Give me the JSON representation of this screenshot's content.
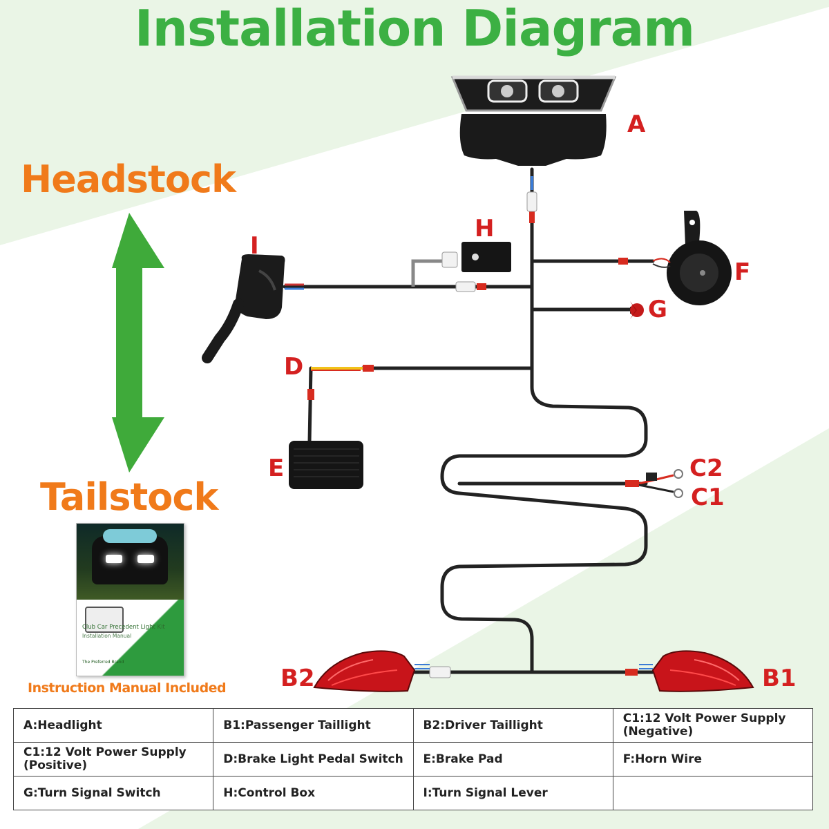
{
  "title": "Installation Diagram",
  "labels": {
    "headstock": "Headstock",
    "tailstock": "Tailstock",
    "manual_caption": "Instruction Manual Included",
    "manual_title": "Club Car Precedent Light Kit",
    "manual_subtitle": "Installation Manual",
    "manual_brand": "The Preferred Brand"
  },
  "component_letters": {
    "A": "A",
    "B1": "B1",
    "B2": "B2",
    "C1": "C1",
    "C2": "C2",
    "D": "D",
    "E": "E",
    "F": "F",
    "G": "G",
    "H": "H",
    "I": "I"
  },
  "legend": [
    [
      "A:Headlight",
      "B1:Passenger Taillight",
      "B2:Driver Taillight",
      "C1:12 Volt Power Supply (Negative)"
    ],
    [
      "C1:12 Volt Power Supply (Positive)",
      "D:Brake Light Pedal Switch",
      "E:Brake Pad",
      "F:Horn Wire"
    ],
    [
      "G:Turn Signal Switch",
      "H:Control Box",
      "I:Turn Signal Lever",
      ""
    ]
  ],
  "colors": {
    "title_green": "#3cb043",
    "orange": "#f07a1a",
    "letter_red": "#d42020",
    "arrow_green": "#3faa3a",
    "bg_green": "#eaf5e6",
    "wire": "#222222",
    "taillight_red": "#c8141a"
  },
  "icons": {
    "headlight": "headlight-icon",
    "taillight": "taillight-icon",
    "horn": "horn-icon",
    "control_box": "control-box-icon",
    "turn_signal_lever": "turn-signal-lever-icon",
    "brake_pad": "brake-pad-icon",
    "switch": "switch-knob-icon",
    "arrow": "double-arrow-icon"
  }
}
